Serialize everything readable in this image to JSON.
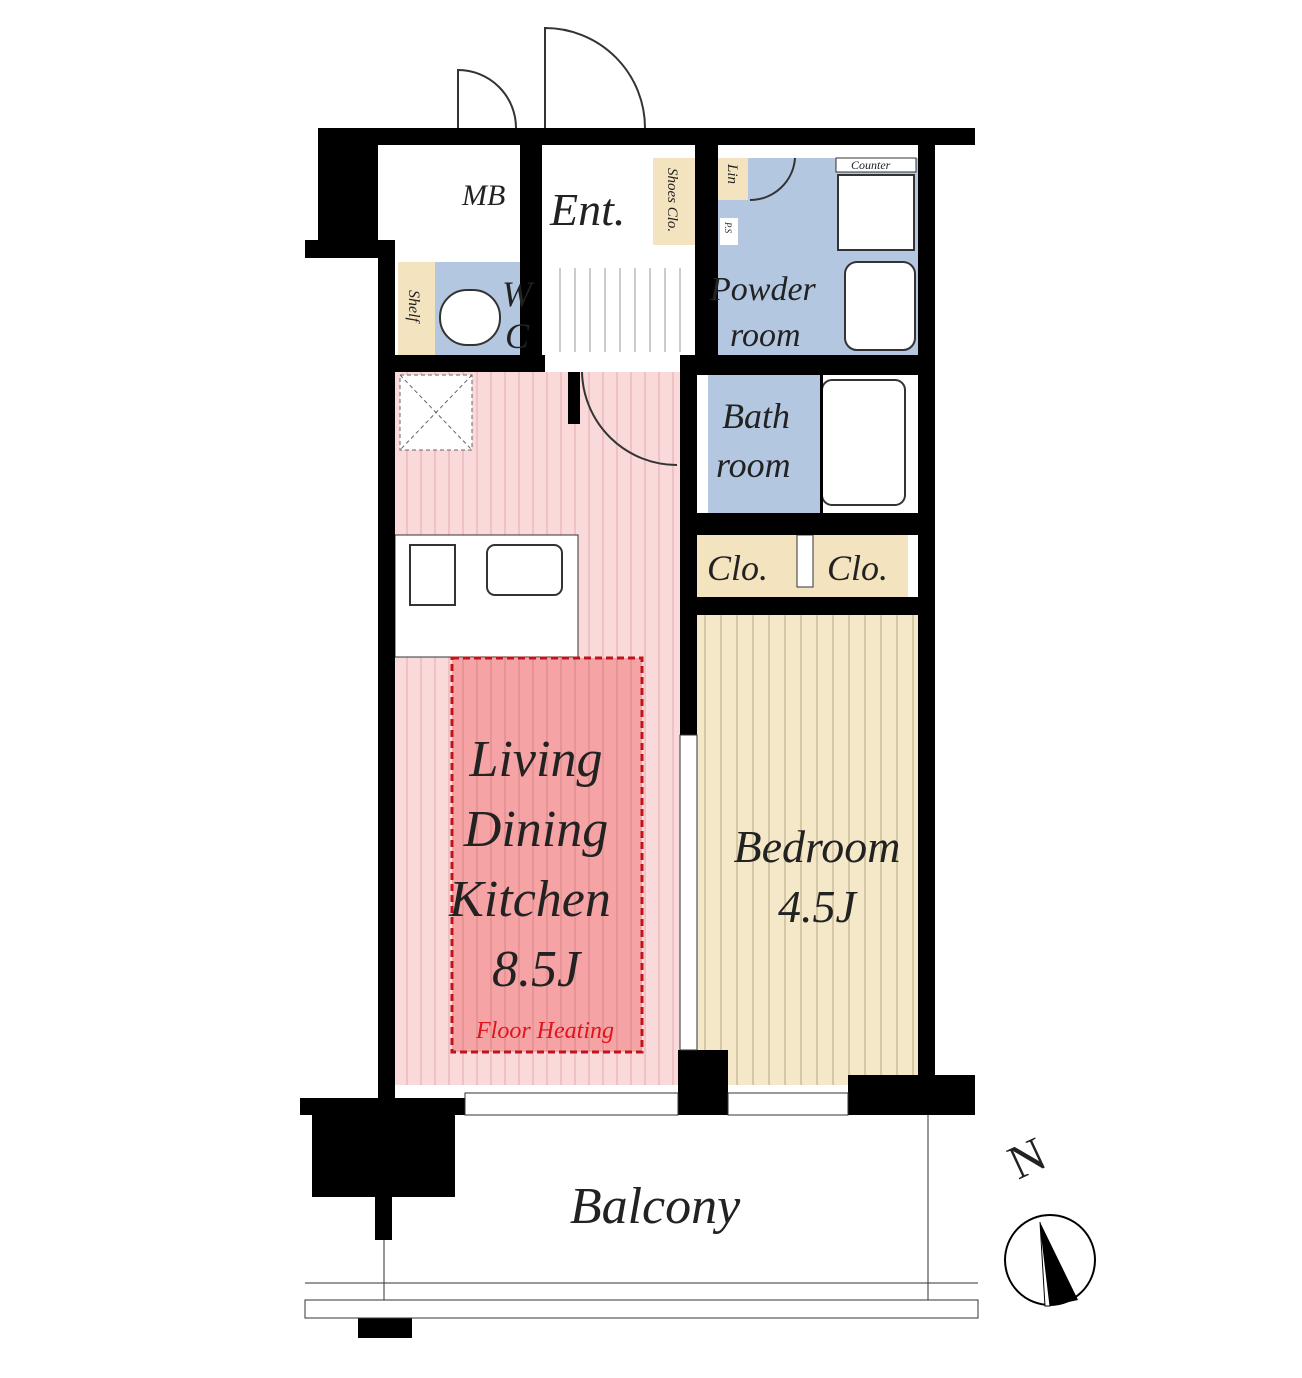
{
  "rooms": {
    "mb": "MB",
    "entrance": "Ent.",
    "shoes_closet": "Shoes Clo.",
    "linen": "Lin",
    "ps": "P.S",
    "counter": "Counter",
    "powder_room": [
      "Powder",
      "room"
    ],
    "wc": [
      "W",
      "C"
    ],
    "shelf": "Shelf",
    "bath_room": [
      "Bath",
      "room"
    ],
    "closet_left": "Clo.",
    "closet_right": "Clo.",
    "ldk": [
      "Living",
      "Dining",
      "Kitchen",
      "8.5J"
    ],
    "floor_heating": "Floor Heating",
    "bedroom": [
      "Bedroom",
      "4.5J"
    ],
    "balcony": "Balcony"
  },
  "compass": {
    "label": "N"
  },
  "colors": {
    "wet_area": "#b3c7e1",
    "ldk": "#f9d9da",
    "floor_heating": "#f5a3a5",
    "bedroom": "#f5e8c8",
    "storage": "#f3e4bf",
    "heating_border": "#c0141c"
  }
}
